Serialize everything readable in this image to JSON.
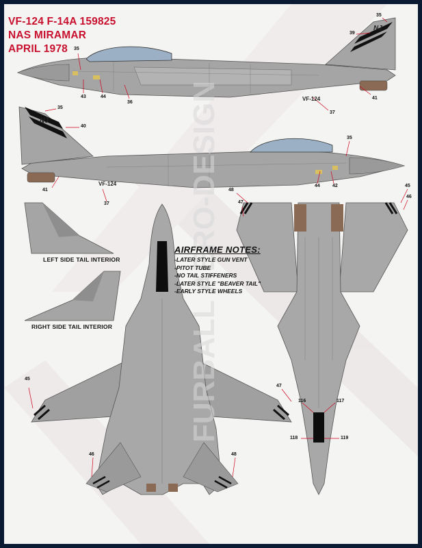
{
  "title": {
    "line1": "VF-124 F-14A 159825",
    "line2": "NAS MIRAMAR",
    "line3": "APRIL 1978"
  },
  "notes": {
    "heading": "AIRFRAME NOTES:",
    "items": [
      "-LATER STYLE GUN VENT",
      "-PITOT TUBE",
      "-NO TAIL STIFFENERS",
      "-LATER STYLE \"BEAVER TAIL\"",
      "-EARLY STYLE WHEELS"
    ]
  },
  "captions": {
    "left_tail": "LEFT SIDE TAIL INTERIOR",
    "right_tail": "RIGHT SIDE TAIL INTERIOR"
  },
  "markings": {
    "squadron_code": "VF-124",
    "tail_code": "NJ"
  },
  "callouts": {
    "c35": "35",
    "c36": "36",
    "c37": "37",
    "c39": "39",
    "c40": "40",
    "c41": "41",
    "c42": "42",
    "c43": "43",
    "c44": "44",
    "c45": "45",
    "c46": "46",
    "c47": "47",
    "c48": "48",
    "c116": "116",
    "c117": "117",
    "c118": "118",
    "c119": "119"
  },
  "watermark": "FURBALL AERO-DESIGN",
  "colors": {
    "title_red": "#c8102e",
    "callout_red": "#d0021b",
    "gull_grey": "#9c9c9c",
    "light_grey": "#b8b8b8",
    "frame_navy": "#0b1a33"
  }
}
